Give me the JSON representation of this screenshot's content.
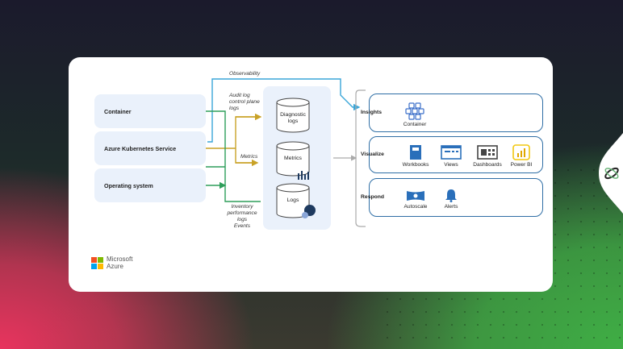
{
  "diagram": {
    "observability_label": "Observability",
    "sources": [
      {
        "label": "Container"
      },
      {
        "label": "Azure Kubernetes Service"
      },
      {
        "label": "Operating system"
      }
    ],
    "flow_labels": {
      "audit": [
        "Audit log",
        "control plane",
        "logs"
      ],
      "metrics": "Metrics",
      "inventory": [
        "Inventory",
        "performance",
        "logs",
        "Events"
      ]
    },
    "stores": [
      {
        "label": "Diagnostic logs"
      },
      {
        "label": "Metrics"
      },
      {
        "label": "Logs"
      }
    ],
    "panels": {
      "insights": {
        "label": "Insights",
        "items": [
          {
            "label": "Container",
            "icon": "container-icon"
          }
        ]
      },
      "visualize": {
        "label": "Visualize",
        "items": [
          {
            "label": "Workbooks",
            "icon": "workbooks-icon"
          },
          {
            "label": "Views",
            "icon": "views-icon"
          },
          {
            "label": "Dashboards",
            "icon": "dashboards-icon"
          },
          {
            "label": "Power BI",
            "icon": "power-bi-icon"
          }
        ]
      },
      "respond": {
        "label": "Respond",
        "items": [
          {
            "label": "Autoscale",
            "icon": "autoscale-icon"
          },
          {
            "label": "Alerts",
            "icon": "alerts-icon"
          }
        ]
      }
    },
    "logo": {
      "line1": "Microsoft",
      "line2": "Azure"
    },
    "colors": {
      "observability": "#3aa6d8",
      "audit": "#c9a227",
      "inventory": "#2e9e5a",
      "panel_border": "#2f6ea5"
    }
  }
}
